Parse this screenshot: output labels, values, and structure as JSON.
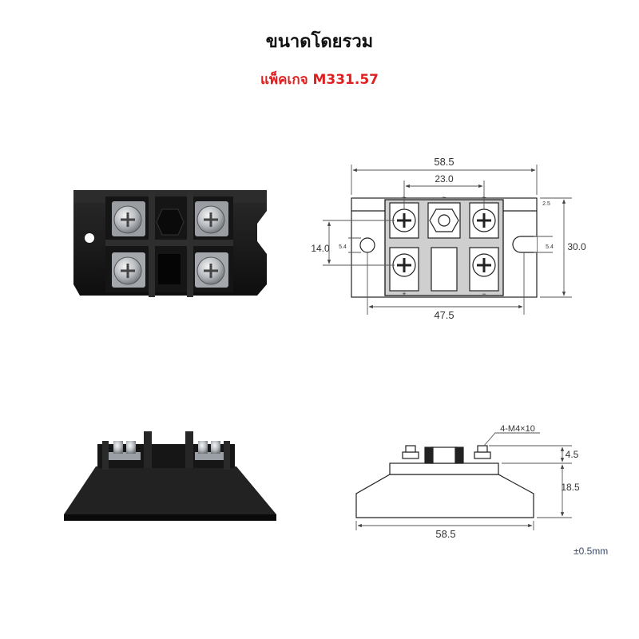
{
  "title": "ขนาดโดยรวม",
  "subtitle": "แพ็คเกจ M331.57",
  "top_view": {
    "dims": {
      "overall_width": "58.5",
      "terminal_pitch": "23.0",
      "hole_pitch": "47.5",
      "height": "30.0",
      "row_pitch": "14.0",
      "hole_dia_left": "5.4",
      "slot_width_right": "5.4",
      "edge_offset": "2.5"
    },
    "polarity": {
      "ac1": "~",
      "ac2": "~",
      "plus": "+",
      "minus": "−"
    }
  },
  "side_view": {
    "dims": {
      "screw_spec": "4-M4×10",
      "screw_height": "4.5",
      "body_height": "18.5",
      "base_width": "58.5"
    }
  },
  "tolerance": "±0.5mm",
  "colors": {
    "title": "#111111",
    "subtitle": "#e02020",
    "drawing": "#222222",
    "body": "#1a1a1a"
  }
}
